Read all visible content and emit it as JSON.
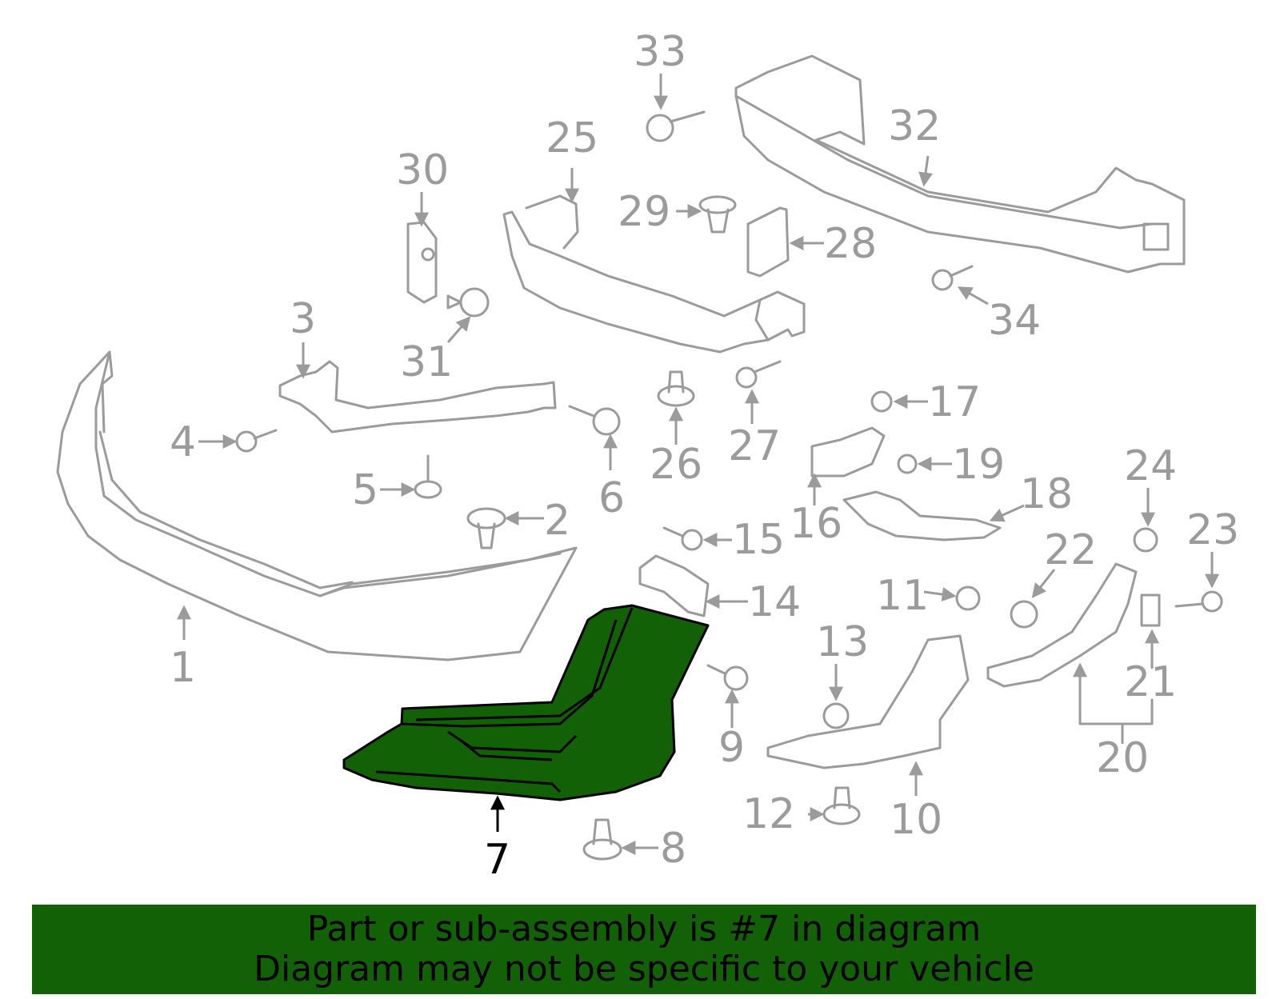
{
  "colors": {
    "highlight": "#136107",
    "banner_bg": "#136107",
    "part_line": "#9b9b9b",
    "highlight_line": "#000000"
  },
  "diagram": {
    "highlighted_part": "7",
    "callouts": [
      "1",
      "2",
      "3",
      "4",
      "5",
      "6",
      "7",
      "8",
      "9",
      "10",
      "11",
      "12",
      "13",
      "14",
      "15",
      "16",
      "17",
      "18",
      "19",
      "20",
      "21",
      "22",
      "23",
      "24",
      "25",
      "26",
      "27",
      "28",
      "29",
      "30",
      "31",
      "32",
      "33",
      "34"
    ]
  },
  "banner": {
    "line1": "Part or sub-assembly is #7 in diagram",
    "line2": "Diagram may not be specific to your vehicle"
  }
}
